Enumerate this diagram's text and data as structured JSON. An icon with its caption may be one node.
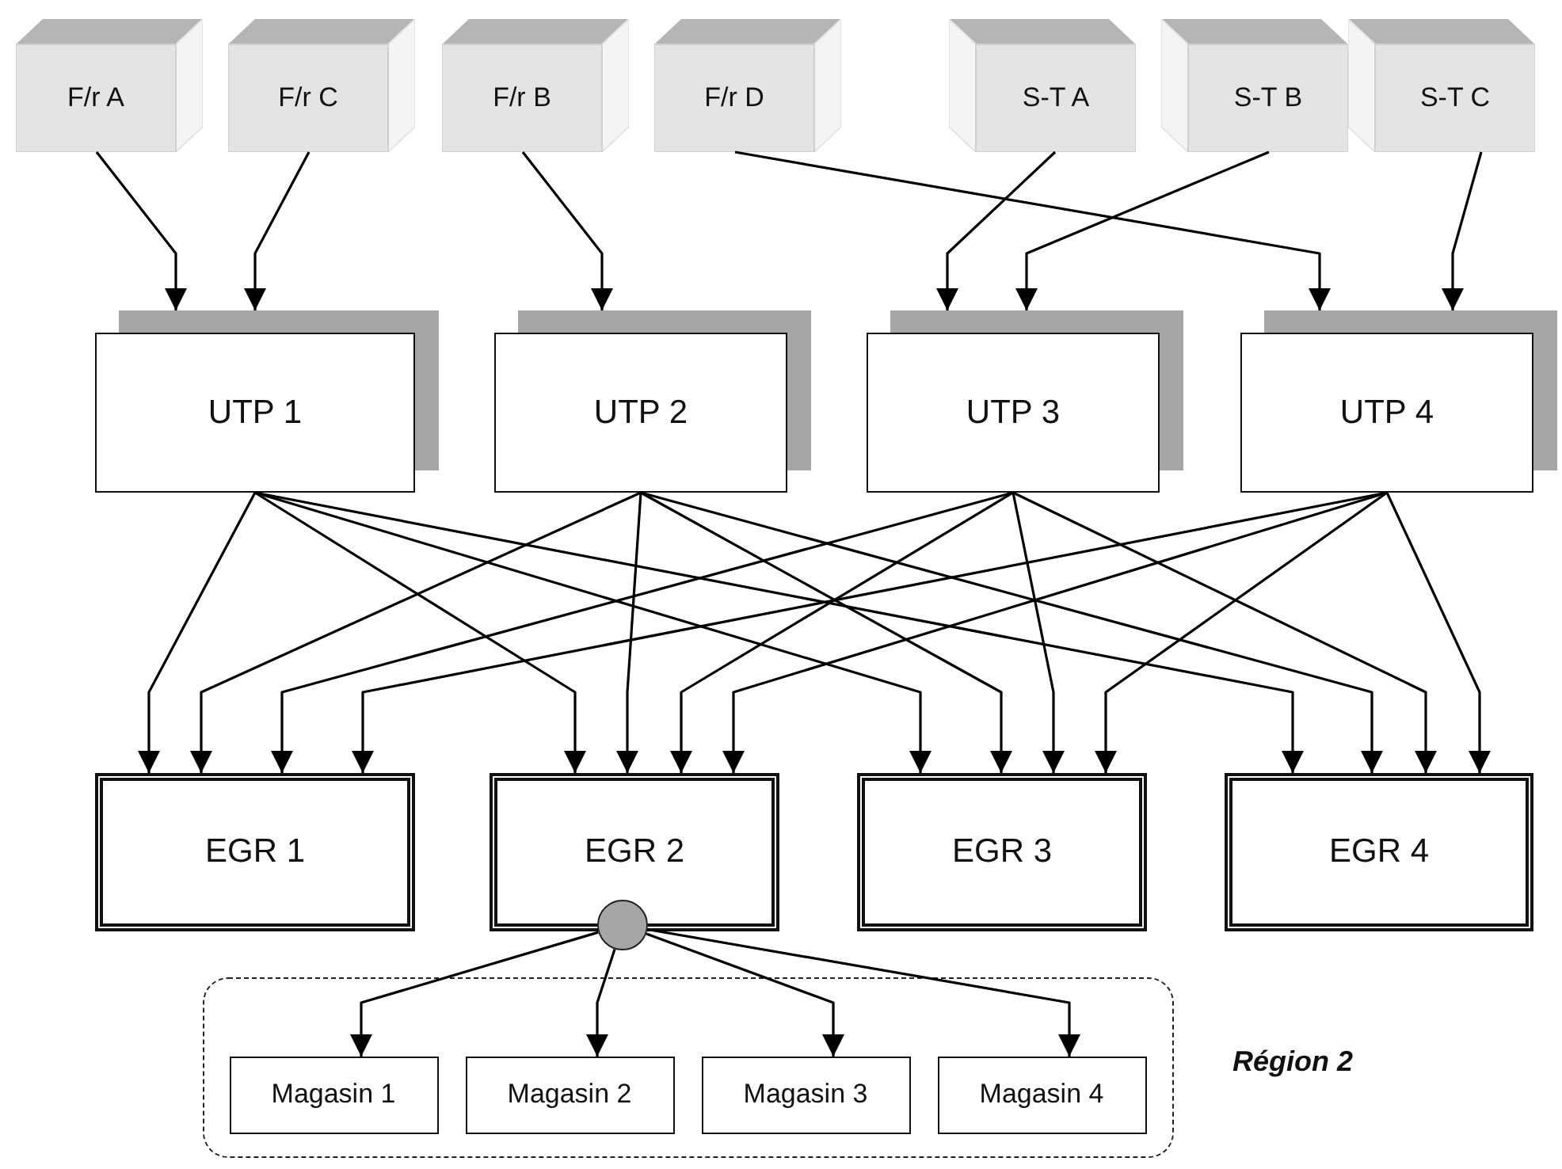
{
  "diagram": {
    "nodes": [
      {
        "text": [
          "F/r A"
        ]
      },
      {
        "text": [
          "F/r C"
        ]
      },
      {
        "text": [
          "F/r B"
        ]
      },
      {
        "text": [
          "F/r D"
        ]
      },
      {
        "text": [
          "S-T A"
        ]
      },
      {
        "text": [
          "S-T B"
        ]
      },
      {
        "text": [
          "S-T C"
        ]
      },
      {
        "text": [
          "UTP 1"
        ]
      },
      {
        "text": [
          "UTP 2"
        ]
      },
      {
        "text": [
          "UTP 3"
        ]
      },
      {
        "text": [
          "UTP 4"
        ]
      },
      {
        "text": [
          "EGR 1"
        ]
      },
      {
        "text": [
          "EGR 2"
        ]
      },
      {
        "text": [
          "EGR 3"
        ]
      },
      {
        "text": [
          "EGR 4"
        ]
      },
      {
        "text": [],
        "shape": "circle"
      },
      {
        "text": [],
        "shape": "box",
        "beside": [
          "Région 2"
        ]
      },
      {
        "text": [
          "Magasin 1"
        ],
        "in": 16
      },
      {
        "text": [
          "Magasin 2"
        ],
        "in": 16
      },
      {
        "text": [
          "Magasin 3"
        ],
        "in": 16
      },
      {
        "text": [
          "Magasin 4"
        ],
        "in": 16
      }
    ],
    "edges": [
      {
        "from": 0,
        "to": 7,
        "arrow": "to"
      },
      {
        "from": 1,
        "to": 7,
        "arrow": "to"
      },
      {
        "from": 2,
        "to": 8,
        "arrow": "to"
      },
      {
        "from": 3,
        "to": 10,
        "arrow": "to"
      },
      {
        "from": 4,
        "to": 9,
        "arrow": "to"
      },
      {
        "from": 5,
        "to": 9,
        "arrow": "to"
      },
      {
        "from": 6,
        "to": 10,
        "arrow": "to"
      },
      {
        "from": 7,
        "to": 11,
        "arrow": "to"
      },
      {
        "from": 7,
        "to": 12,
        "arrow": "to"
      },
      {
        "from": 7,
        "to": 13,
        "arrow": "to"
      },
      {
        "from": 7,
        "to": 14,
        "arrow": "to"
      },
      {
        "from": 8,
        "to": 11,
        "arrow": "to"
      },
      {
        "from": 8,
        "to": 12,
        "arrow": "to"
      },
      {
        "from": 8,
        "to": 13,
        "arrow": "to"
      },
      {
        "from": 8,
        "to": 14,
        "arrow": "to"
      },
      {
        "from": 9,
        "to": 11,
        "arrow": "to"
      },
      {
        "from": 9,
        "to": 12,
        "arrow": "to"
      },
      {
        "from": 9,
        "to": 13,
        "arrow": "to"
      },
      {
        "from": 9,
        "to": 14,
        "arrow": "to"
      },
      {
        "from": 10,
        "to": 11,
        "arrow": "to"
      },
      {
        "from": 10,
        "to": 12,
        "arrow": "to"
      },
      {
        "from": 10,
        "to": 13,
        "arrow": "to"
      },
      {
        "from": 10,
        "to": 14,
        "arrow": "to"
      },
      {
        "from": 15,
        "to": 17,
        "arrow": "to"
      },
      {
        "from": 15,
        "to": 18,
        "arrow": "to"
      },
      {
        "from": 15,
        "to": 19,
        "arrow": "to"
      },
      {
        "from": 15,
        "to": 20,
        "arrow": "to"
      }
    ]
  }
}
